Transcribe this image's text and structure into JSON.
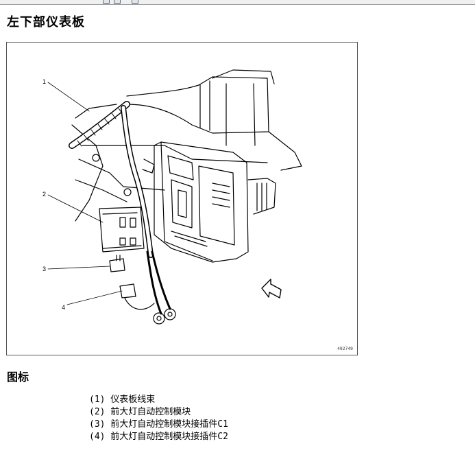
{
  "page": {
    "title": "左下部仪表板",
    "legend_heading": "图标"
  },
  "figure": {
    "id_label": "492749",
    "callouts": [
      "1",
      "2",
      "3",
      "4"
    ]
  },
  "legend": [
    "(1) 仪表板线束",
    "(2) 前大灯自动控制模块",
    "(3) 前大灯自动控制模块接插件C1",
    "(4) 前大灯自动控制模块接插件C2"
  ]
}
